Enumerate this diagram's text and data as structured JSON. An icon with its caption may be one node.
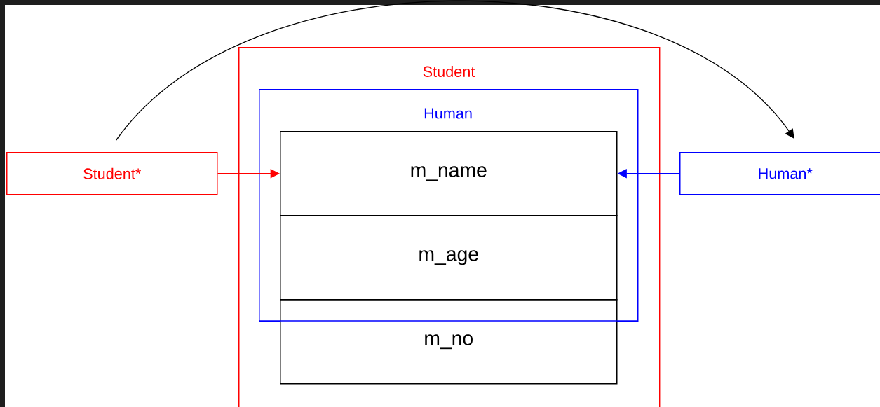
{
  "diagram": {
    "nodes": [
      {
        "text": [
          "Student"
        ]
      },
      {
        "text": [
          "Human"
        ],
        "in": 0
      },
      {
        "text": [
          "m_name"
        ],
        "in": 1
      },
      {
        "text": [
          "m_age"
        ],
        "in": 1
      },
      {
        "text": [
          "m_no"
        ],
        "in": 0
      },
      {
        "text": [
          "Student*"
        ]
      },
      {
        "text": [
          "Human*"
        ]
      }
    ],
    "edges": [
      {
        "from": 5,
        "to": 2,
        "arrow": "to",
        "color": "#ff0000"
      },
      {
        "from": 6,
        "to": 2,
        "arrow": "to",
        "color": "#0000ff"
      },
      {
        "from": 5,
        "to": 6,
        "arrow": "to",
        "color": "#000000"
      }
    ]
  }
}
